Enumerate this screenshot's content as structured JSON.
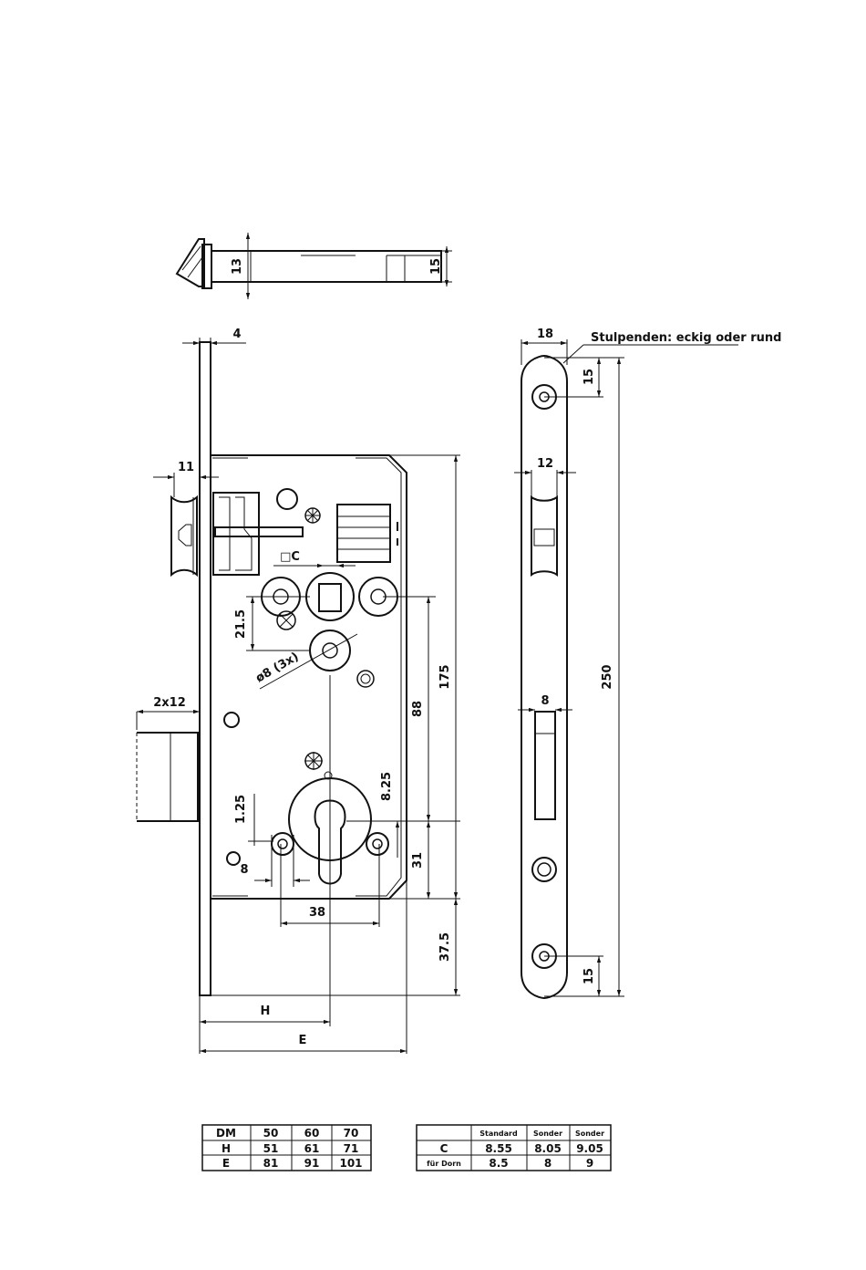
{
  "dimensions": {
    "top_13": "13",
    "top_15": "15",
    "d_4": "4",
    "d_11": "11",
    "d_2x12": "2x12",
    "d_c": "□C",
    "d_21_5": "21.5",
    "d_8_3x": "ø8 (3x)",
    "d_1_25": "1.25",
    "d_8": "8",
    "d_38": "38",
    "d_8_25": "8.25",
    "d_31": "31",
    "d_88": "88",
    "d_175": "175",
    "d_37_5": "37.5",
    "d_H": "H",
    "d_E": "E",
    "r_18": "18",
    "r_12": "12",
    "r_8": "8",
    "r_15_top": "15",
    "r_15_bot": "15",
    "r_250": "250"
  },
  "note": "Stulpenden: eckig oder rund",
  "table_dm": {
    "header": [
      "DM",
      "50",
      "60",
      "70"
    ],
    "rows": [
      [
        "H",
        "51",
        "61",
        "71"
      ],
      [
        "E",
        "81",
        "91",
        "101"
      ]
    ]
  },
  "table_c": {
    "header": [
      "",
      "Standard",
      "Sonder",
      "Sonder"
    ],
    "rows": [
      [
        "C",
        "8.55",
        "8.05",
        "9.05"
      ],
      [
        "für Dorn",
        "8.5",
        "8",
        "9"
      ]
    ]
  }
}
